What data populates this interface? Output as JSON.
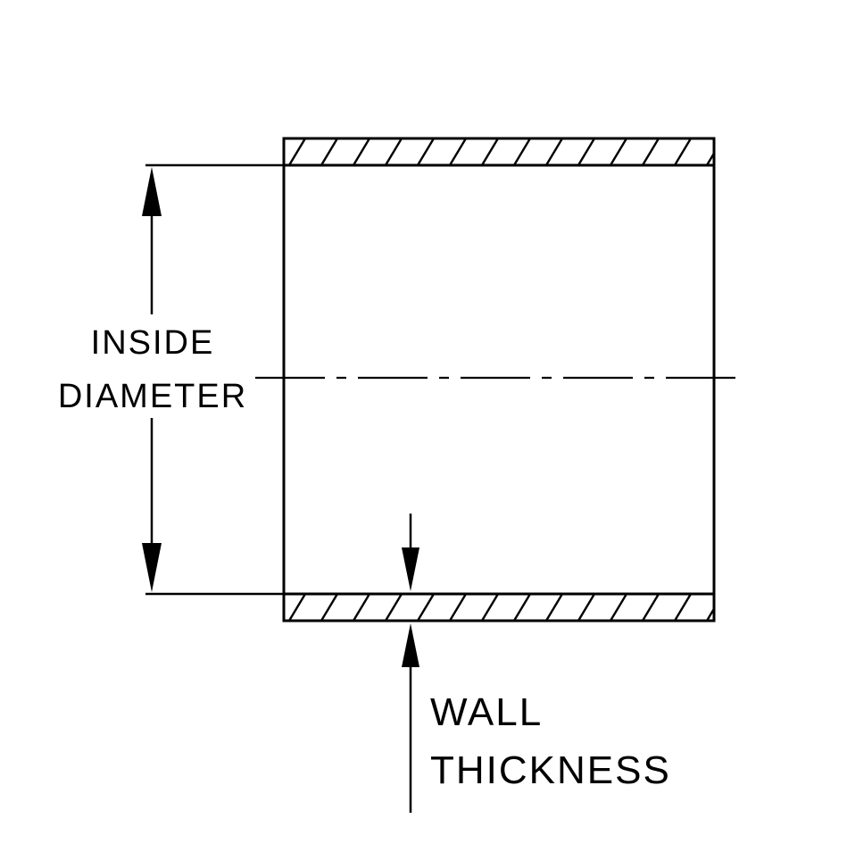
{
  "colors": {
    "line": "#000000",
    "background": "#ffffff"
  },
  "diagram": {
    "labels": {
      "inside_diameter": {
        "line1": "INSIDE",
        "line2": "DIAMETER"
      },
      "wall_thickness": {
        "line1": "WALL",
        "line2": "THICKNESS"
      }
    }
  }
}
